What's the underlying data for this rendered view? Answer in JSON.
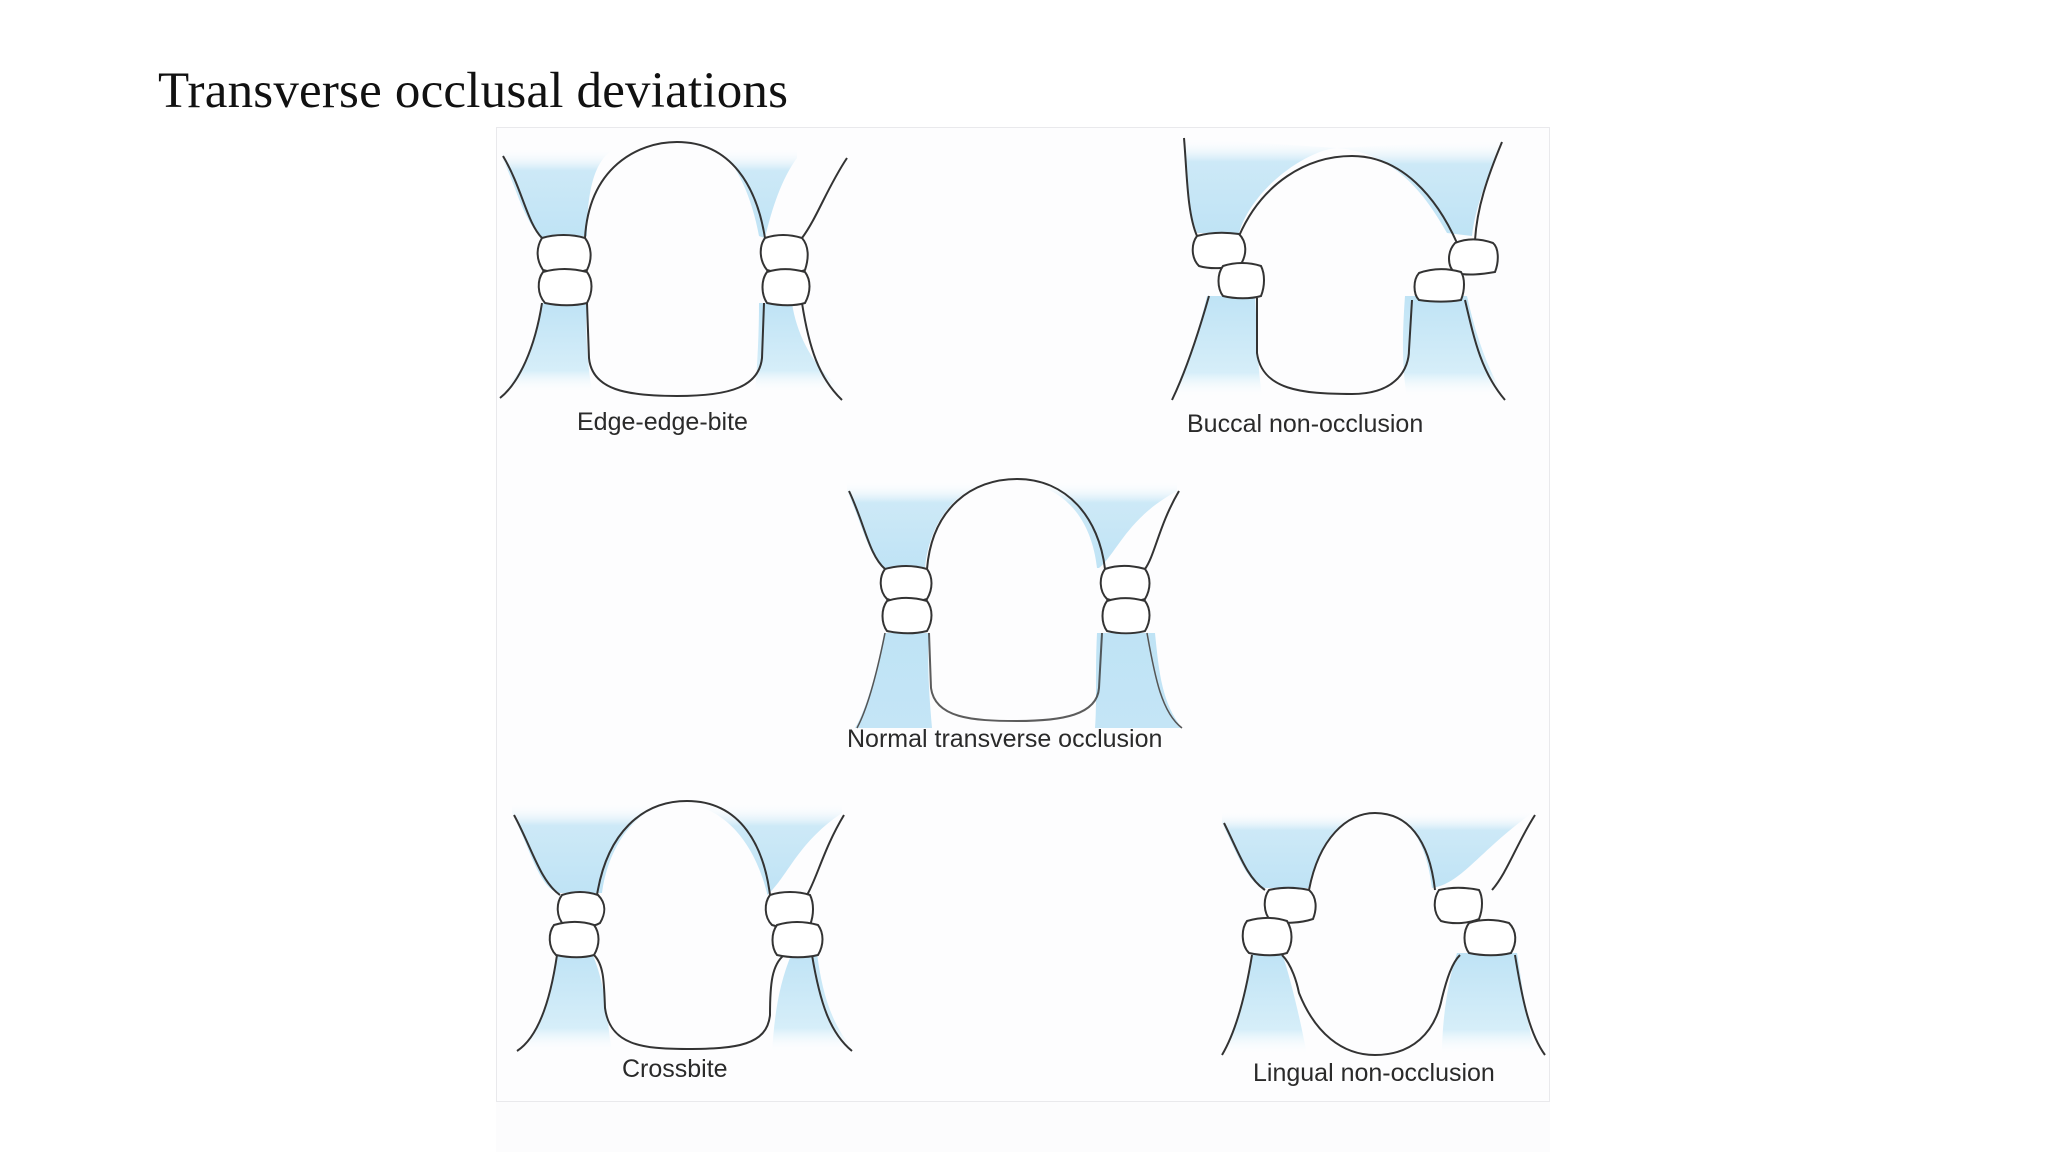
{
  "slide": {
    "title": "Transverse occlusal deviations"
  },
  "figure": {
    "colors": {
      "gingiva_fill": "#bfe3f5",
      "outline": "#333333",
      "background": "#ffffff",
      "frame_border": "#e9e9ec"
    },
    "panels": [
      {
        "id": "edge-edge-bite",
        "label": "Edge-edge-bite",
        "position": "top-left"
      },
      {
        "id": "buccal-non-occlusion",
        "label": "Buccal non-occlusion",
        "position": "top-right"
      },
      {
        "id": "normal-transverse-occlusion",
        "label": "Normal transverse occlusion",
        "position": "center"
      },
      {
        "id": "crossbite",
        "label": "Crossbite",
        "position": "bottom-left"
      },
      {
        "id": "lingual-non-occlusion",
        "label": "Lingual non-occlusion",
        "position": "bottom-right"
      }
    ]
  }
}
